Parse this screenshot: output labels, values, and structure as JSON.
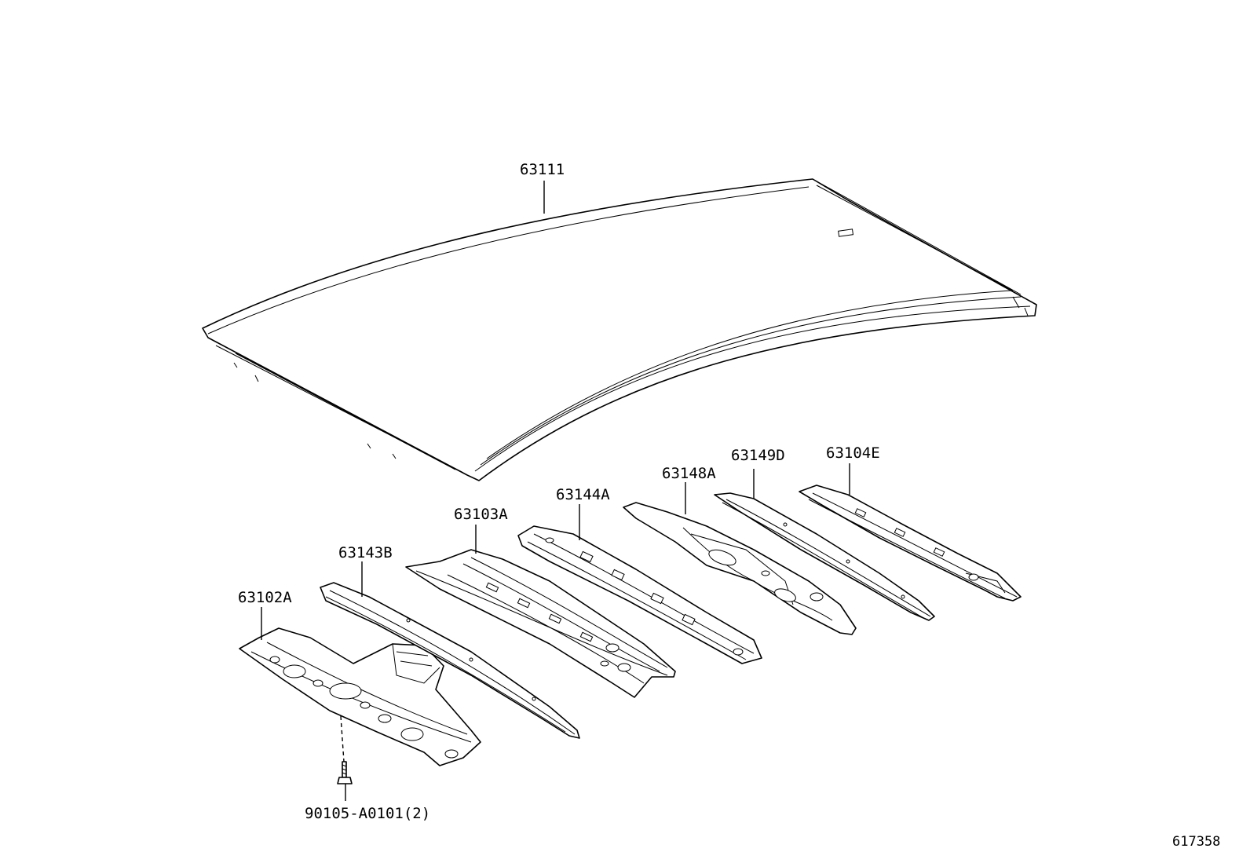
{
  "diagram": {
    "parts": [
      {
        "key": "roof_panel",
        "label": "63111"
      },
      {
        "key": "rail_102",
        "label": "63102A"
      },
      {
        "key": "rail_143",
        "label": "63143B"
      },
      {
        "key": "rail_103",
        "label": "63103A"
      },
      {
        "key": "rail_144",
        "label": "63144A"
      },
      {
        "key": "rail_148",
        "label": "63148A"
      },
      {
        "key": "rail_149",
        "label": "63149D"
      },
      {
        "key": "rail_104",
        "label": "63104E"
      },
      {
        "key": "bolt",
        "label": "90105-A0101(2)"
      }
    ],
    "reference_number": "617358"
  }
}
